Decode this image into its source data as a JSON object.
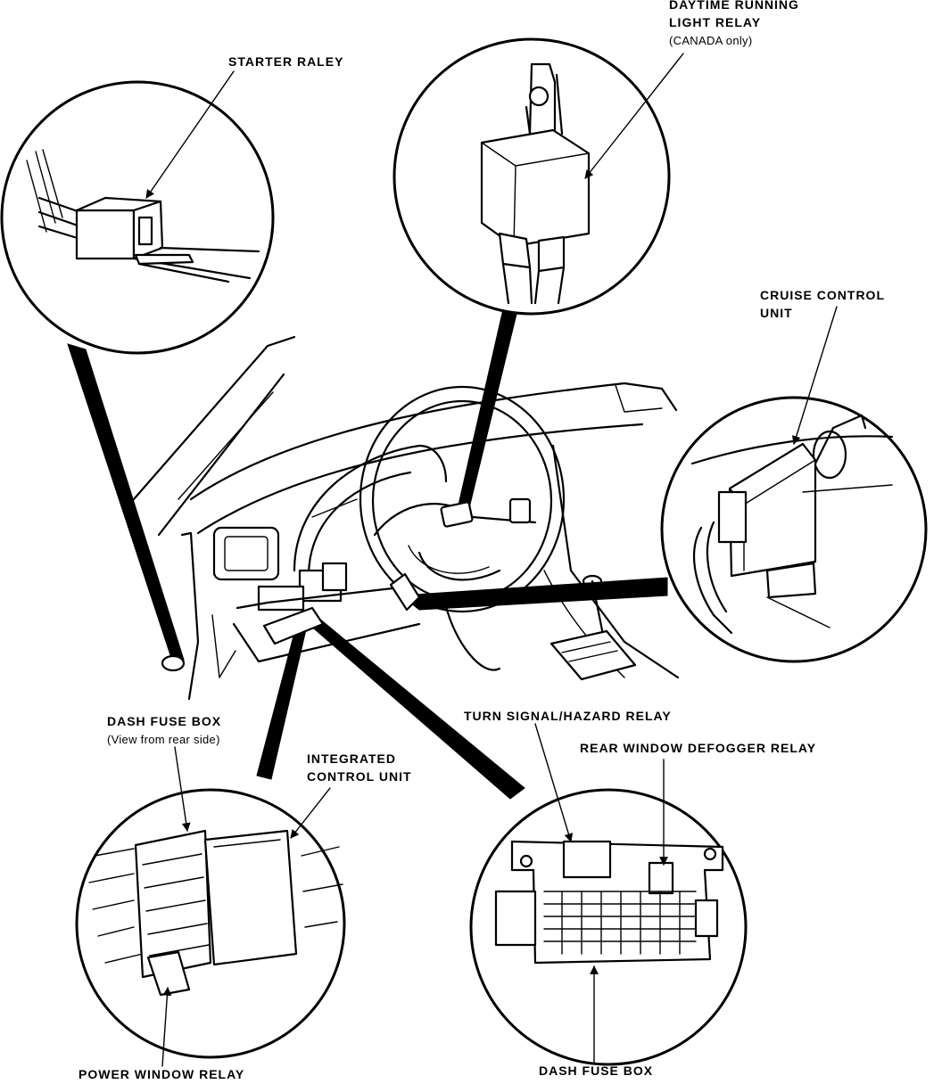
{
  "labels": {
    "starter_relay": "STARTER RALEY",
    "drl_relay_line1": "DAYTIME RUNNING",
    "drl_relay_line2": "LIGHT RELAY",
    "drl_relay_line3": "(CANADA only)",
    "cruise_line1": "CRUISE CONTROL",
    "cruise_line2": "UNIT",
    "dash_fuse_box_rear": "DASH FUSE BOX",
    "dash_fuse_box_rear_note": "(View from rear side)",
    "icu_line1": "INTEGRATED",
    "icu_line2": "CONTROL UNIT",
    "turn_signal": "TURN SIGNAL/HAZARD RELAY",
    "rear_defogger": "REAR WINDOW DEFOGGER RELAY",
    "power_window": "POWER WINDOW RELAY",
    "dash_fuse_box": "DASH FUSE BOX"
  }
}
